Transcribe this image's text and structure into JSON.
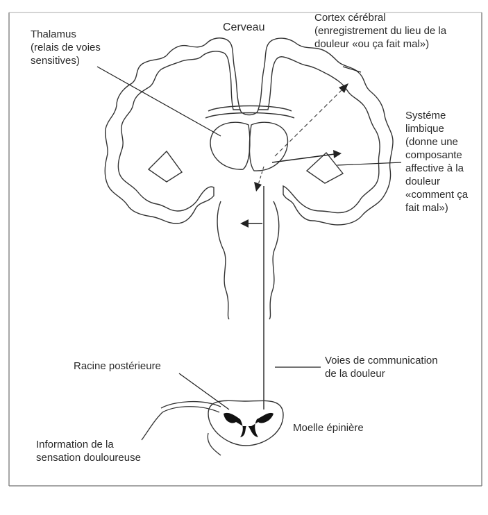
{
  "labels": {
    "cerveau": "Cerveau",
    "cortex": [
      "Cortex cérébral",
      "(enregistrement du lieu de la",
      "douleur «ou ça fait mal»)"
    ],
    "thalamus": [
      "Thalamus",
      "(relais de voies",
      "sensitives)"
    ],
    "limbique": [
      "Systéme",
      "limbique",
      "(donne une",
      "composante",
      "affective à la",
      "douleur",
      "«comment ça",
      "fait mal»)"
    ],
    "racine": "Racine postérieure",
    "voies": [
      "Voies de communication",
      "de la douleur"
    ],
    "moelle": "Moelle épinière",
    "information": [
      "Information de la",
      "sensation douloureuse"
    ]
  }
}
